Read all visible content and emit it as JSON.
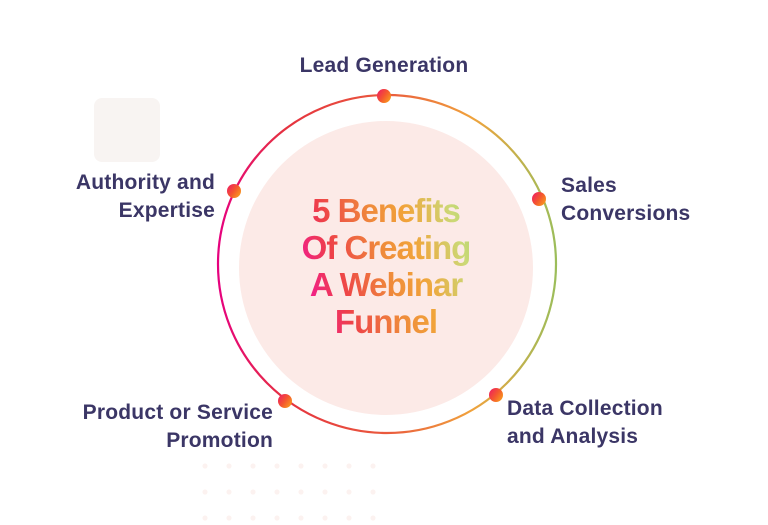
{
  "title": {
    "lines": [
      "5 Benefits",
      "Of Creating",
      "A Webinar",
      "Funnel"
    ]
  },
  "benefits": [
    {
      "id": "lead-generation",
      "position": "top",
      "lines": [
        "Lead Generation"
      ]
    },
    {
      "id": "sales-conversions",
      "position": "upper-right",
      "lines": [
        "Sales",
        "Conversions"
      ]
    },
    {
      "id": "data-collection-and-analysis",
      "position": "lower-right",
      "lines": [
        "Data Collection",
        "and Analysis"
      ]
    },
    {
      "id": "product-or-service-promotion",
      "position": "lower-left",
      "lines": [
        "Product or Service",
        "Promotion"
      ]
    },
    {
      "id": "authority-and-expertise",
      "position": "upper-left",
      "lines": [
        "Authority and",
        "Expertise"
      ]
    }
  ],
  "colors": {
    "background": "#ffffff",
    "label_text": "#3b3666",
    "center_circle_fill": "#fceae7",
    "ring_gradient": [
      "#e6017e",
      "#e5323f",
      "#ea5a3d",
      "#f0a23c",
      "#9cbd5a"
    ],
    "dot_gradient": [
      "#ee2060",
      "#f9a11b"
    ],
    "title_gradient": [
      "#f30aa0",
      "#ee4049",
      "#ef8a3b",
      "#f1a43a",
      "#cbd977",
      "#9fcf65"
    ]
  }
}
